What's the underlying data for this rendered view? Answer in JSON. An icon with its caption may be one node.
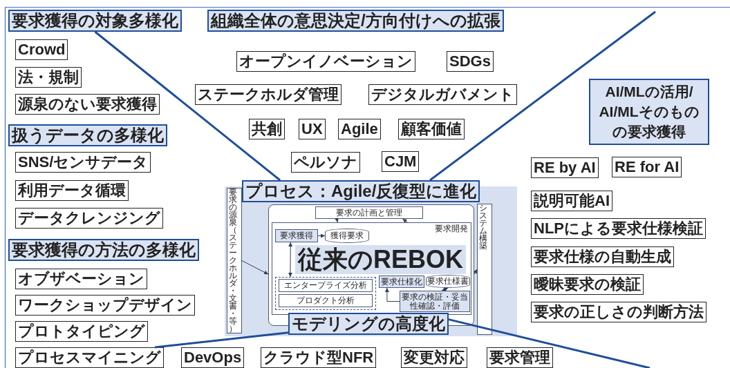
{
  "diagram": {
    "nodes": [
      {
        "text": [
          "要求獲得の対象多様化"
        ]
      },
      {
        "text": [
          "組織全体の意思決定/方向付けへの拡張"
        ]
      },
      {
        "text": [
          "Crowd"
        ]
      },
      {
        "text": [
          "オープンイノベーション"
        ]
      },
      {
        "text": [
          "SDGs"
        ]
      },
      {
        "text": [
          "法・規制"
        ]
      },
      {
        "text": [
          "ステークホルダ管理"
        ]
      },
      {
        "text": [
          "デジタルガバメント"
        ]
      },
      {
        "text": [
          "AI/MLの活用/ AI/MLそのものの要求獲得"
        ]
      },
      {
        "text": [
          "源泉のない要求獲得"
        ]
      },
      {
        "text": [
          "共創"
        ]
      },
      {
        "text": [
          "UX"
        ]
      },
      {
        "text": [
          "Agile"
        ]
      },
      {
        "text": [
          "顧客価値"
        ]
      },
      {
        "text": [
          "扱うデータの多様化"
        ]
      },
      {
        "text": [
          "SNS/センサデータ"
        ]
      },
      {
        "text": [
          "ペルソナ"
        ]
      },
      {
        "text": [
          "CJM"
        ]
      },
      {
        "text": [
          "RE by AI"
        ]
      },
      {
        "text": [
          "RE for AI"
        ]
      },
      {
        "text": [
          "利用データ循環"
        ]
      },
      {
        "text": [
          "プロセス：Agile/反復型に進化"
        ]
      },
      {
        "text": [
          "説明可能AI"
        ]
      },
      {
        "text": [
          "データクレンジング"
        ]
      },
      {
        "text": [],
        "shape": "box"
      },
      {
        "text": [
          "要求の源泉（ステークホルダ・文書・等）"
        ],
        "in": 24
      },
      {
        "text": [],
        "shape": "box",
        "in": 24
      },
      {
        "text": [
          "要求の計画と管理"
        ],
        "in": 26
      },
      {
        "text": [
          "要求開発"
        ],
        "in": 26
      },
      {
        "text": [
          "要求獲得"
        ],
        "in": 28
      },
      {
        "text": [
          "獲得要求"
        ],
        "in": 28
      },
      {
        "text": [
          "従来のREBOK"
        ],
        "in": 28
      },
      {
        "text": [
          "要求仕様化"
        ],
        "in": 28
      },
      {
        "text": [
          "要求仕様書"
        ],
        "in": 28
      },
      {
        "text": [],
        "shape": "box",
        "in": 28
      },
      {
        "text": [
          "エンタープライズ分析"
        ],
        "in": 34
      },
      {
        "text": [
          "プロダクト分析"
        ],
        "in": 34
      },
      {
        "text": [
          "要求の検証・妥当性確認・評価"
        ],
        "in": 28
      },
      {
        "text": [
          "システム構築"
        ],
        "in": 24
      },
      {
        "text": [
          "NLPによる要求仕様検証"
        ]
      },
      {
        "text": [
          "要求獲得の方法の多様化"
        ]
      },
      {
        "text": [
          "要求仕様の自動生成"
        ]
      },
      {
        "text": [
          "オブザベーション"
        ]
      },
      {
        "text": [
          "曖昧要求の検証"
        ]
      },
      {
        "text": [
          "ワークショップデザイン"
        ]
      },
      {
        "text": [
          "要求の正しさの判断方法"
        ]
      },
      {
        "text": [
          "モデリングの高度化"
        ],
        "in": 24
      },
      {
        "text": [
          "プロトタイピング"
        ]
      },
      {
        "text": [
          "プロセスマイニング"
        ]
      },
      {
        "text": [
          "DevOps"
        ]
      },
      {
        "text": [
          "クラウド型NFR"
        ]
      },
      {
        "text": [
          "変更対応"
        ]
      },
      {
        "text": [
          "要求管理"
        ]
      }
    ],
    "edges": [
      {
        "from": 0,
        "to": 21,
        "arrow": "none",
        "style": "thick",
        "color": "#1f4e9a"
      },
      {
        "from": null,
        "to": 21,
        "arrow": "none",
        "style": "thick",
        "color": "#1f4e9a"
      },
      {
        "from": 46,
        "to": 48,
        "arrow": "none",
        "style": "thick",
        "color": "#1f4e9a"
      },
      {
        "from": 46,
        "to": null,
        "arrow": "none",
        "style": "thick",
        "color": "#1f4e9a"
      },
      {
        "from": 27,
        "to": 28,
        "arrow": "to"
      },
      {
        "from": 28,
        "to": 27,
        "arrow": "to"
      },
      {
        "from": 25,
        "to": 26,
        "arrow": "to"
      },
      {
        "from": 26,
        "to": 38,
        "arrow": "to"
      },
      {
        "from": 29,
        "to": 30,
        "arrow": "to"
      },
      {
        "from": 34,
        "to": 29,
        "arrow": "both"
      },
      {
        "from": 37,
        "to": 32,
        "arrow": "to"
      },
      {
        "from": 33,
        "to": 37,
        "arrow": "both"
      }
    ]
  }
}
